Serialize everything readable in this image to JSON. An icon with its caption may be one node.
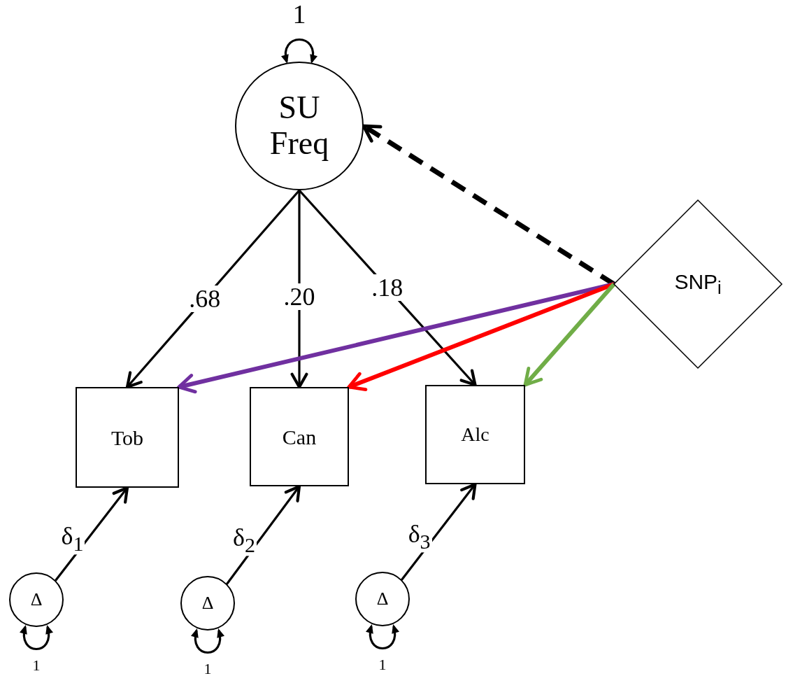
{
  "diagram": {
    "nodes": [
      {
        "text": [
          "SU Freq"
        ]
      },
      {
        "text": [
          "SNP$_{i}$"
        ]
      },
      {
        "text": [
          "Tob"
        ]
      },
      {
        "text": [
          "Can"
        ]
      },
      {
        "text": [
          "Alc"
        ]
      },
      {
        "text": [
          "Δ"
        ]
      },
      {
        "text": [
          "Δ"
        ]
      },
      {
        "text": [
          "Δ"
        ]
      }
    ],
    "edges": [
      {
        "from": 1,
        "to": 0,
        "arrow": "to",
        "style": "dashed"
      },
      {
        "from": 0,
        "to": 2,
        "arrow": "to",
        "label": ".68"
      },
      {
        "from": 0,
        "to": 3,
        "arrow": "to",
        "label": ".20"
      },
      {
        "from": 0,
        "to": 4,
        "arrow": "to",
        "label": ".18"
      },
      {
        "from": 1,
        "to": 2,
        "arrow": "to",
        "style": "thick",
        "color": "#7030a0"
      },
      {
        "from": 1,
        "to": 3,
        "arrow": "to",
        "style": "thick",
        "color": "#ff0000"
      },
      {
        "from": 1,
        "to": 4,
        "arrow": "to",
        "style": "thick",
        "color": "#70ad47"
      },
      {
        "from": 5,
        "to": 2,
        "arrow": "to",
        "label": "δ$_{1}$"
      },
      {
        "from": 6,
        "to": 3,
        "arrow": "to",
        "label": "δ$_{2}$"
      },
      {
        "from": 7,
        "to": 4,
        "arrow": "to",
        "label": "δ$_{3}$"
      },
      {
        "from": 0,
        "to": 0,
        "arrow": "both",
        "label": "1"
      },
      {
        "from": 5,
        "to": 5,
        "arrow": "both",
        "label": "1"
      },
      {
        "from": 6,
        "to": 6,
        "arrow": "both",
        "label": "1"
      },
      {
        "from": 7,
        "to": 7,
        "arrow": "both",
        "label": "1"
      }
    ]
  }
}
